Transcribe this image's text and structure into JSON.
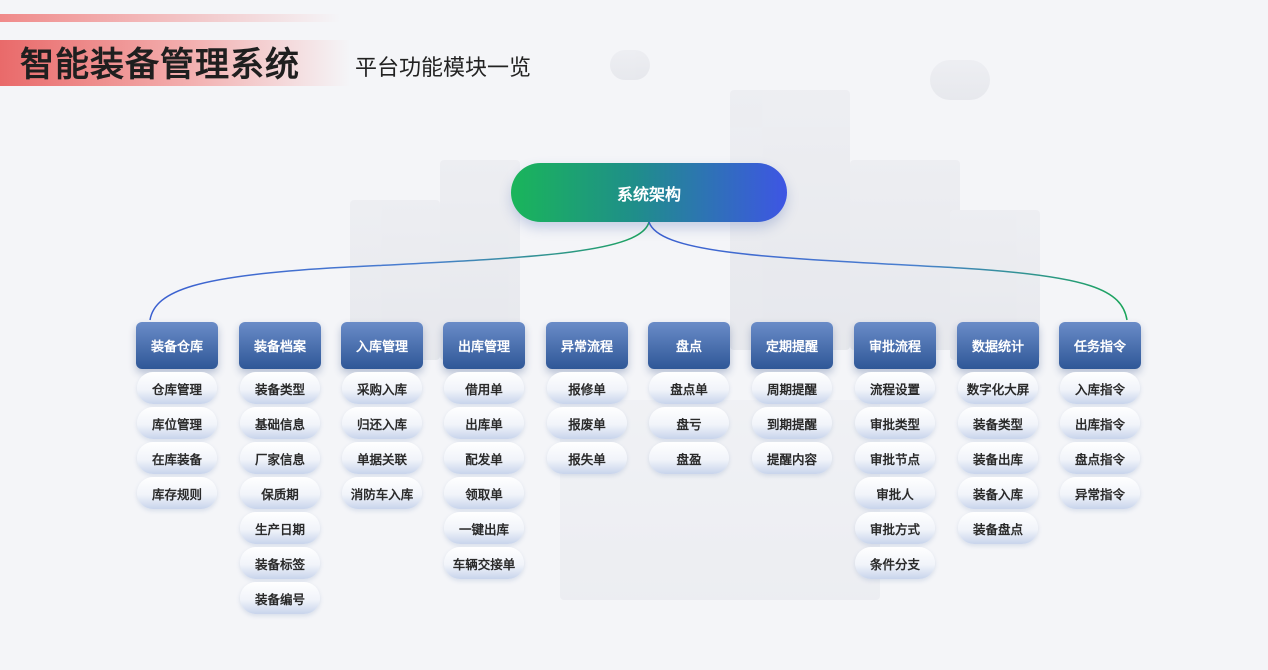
{
  "header": {
    "title": "智能装备管理系统",
    "subtitle": "平台功能模块一览"
  },
  "diagram": {
    "root": "系统架构",
    "connector_colors": [
      "#3a5fd0",
      "#1aa55a"
    ],
    "modules": [
      {
        "name": "装备仓库",
        "items": [
          "仓库管理",
          "库位管理",
          "在库装备",
          "库存规则"
        ]
      },
      {
        "name": "装备档案",
        "items": [
          "装备类型",
          "基础信息",
          "厂家信息",
          "保质期",
          "生产日期",
          "装备标签",
          "装备编号"
        ]
      },
      {
        "name": "入库管理",
        "items": [
          "采购入库",
          "归还入库",
          "单据关联",
          "消防车入库"
        ]
      },
      {
        "name": "出库管理",
        "items": [
          "借用单",
          "出库单",
          "配发单",
          "领取单",
          "一键出库",
          "车辆交接单"
        ]
      },
      {
        "name": "异常流程",
        "items": [
          "报修单",
          "报废单",
          "报失单"
        ]
      },
      {
        "name": "盘点",
        "items": [
          "盘点单",
          "盘亏",
          "盘盈"
        ]
      },
      {
        "name": "定期提醒",
        "items": [
          "周期提醒",
          "到期提醒",
          "提醒内容"
        ]
      },
      {
        "name": "审批流程",
        "items": [
          "流程设置",
          "审批类型",
          "审批节点",
          "审批人",
          "审批方式",
          "条件分支"
        ]
      },
      {
        "name": "数据统计",
        "items": [
          "数字化大屏",
          "装备类型",
          "装备出库",
          "装备入库",
          "装备盘点"
        ]
      },
      {
        "name": "任务指令",
        "items": [
          "入库指令",
          "出库指令",
          "盘点指令",
          "异常指令"
        ]
      }
    ]
  }
}
